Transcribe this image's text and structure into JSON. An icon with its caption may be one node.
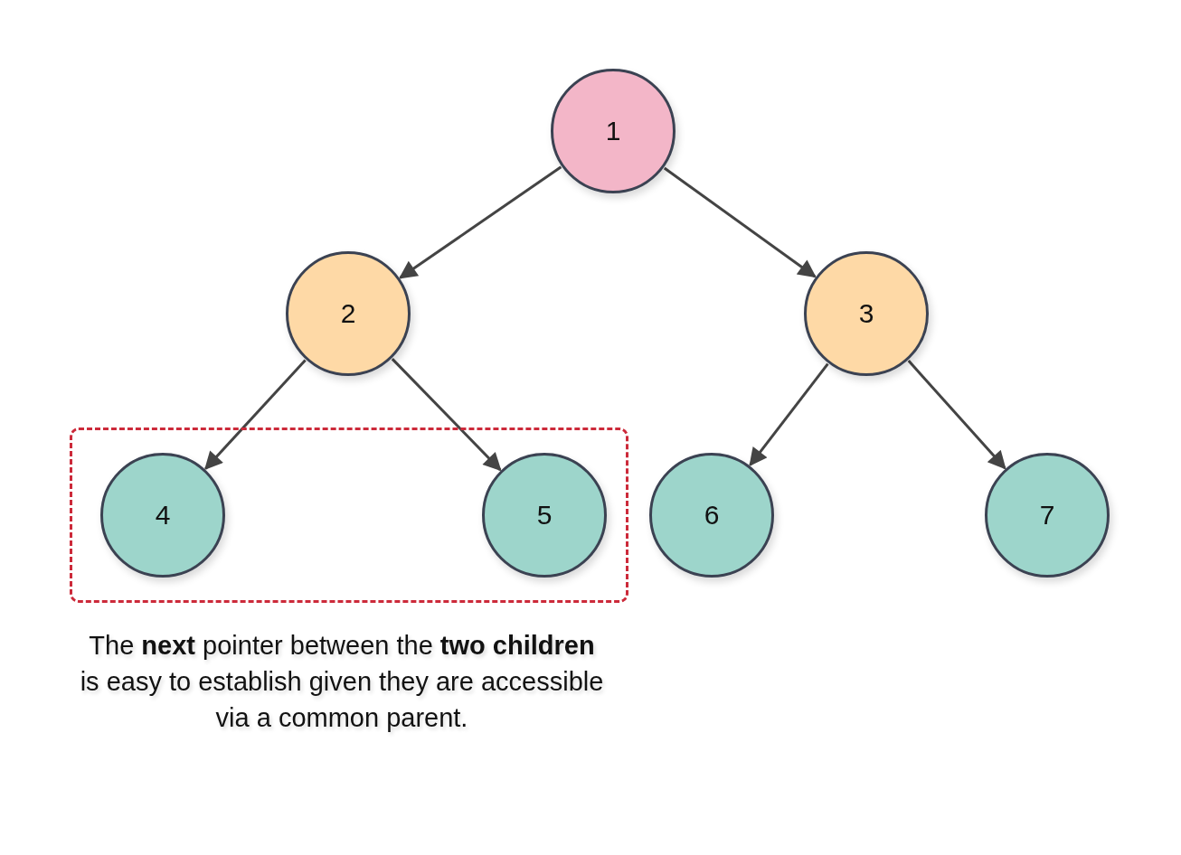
{
  "diagram": {
    "nodes": [
      {
        "text": [
          "1"
        ]
      },
      {
        "text": [
          "2"
        ]
      },
      {
        "text": [
          "3"
        ]
      },
      {
        "text": [],
        "shape": "box"
      },
      {
        "text": [
          "4"
        ],
        "in": 3
      },
      {
        "text": [
          "5"
        ],
        "in": 3
      },
      {
        "text": [
          "6"
        ]
      },
      {
        "text": [
          "7"
        ]
      }
    ],
    "edges": [
      {
        "from": 0,
        "to": 1,
        "arrow": "to"
      },
      {
        "from": 0,
        "to": 2,
        "arrow": "to"
      },
      {
        "from": 1,
        "to": 4,
        "arrow": "to"
      },
      {
        "from": 1,
        "to": 5,
        "arrow": "to"
      },
      {
        "from": 2,
        "to": 6,
        "arrow": "to"
      },
      {
        "from": 2,
        "to": 7,
        "arrow": "to"
      }
    ],
    "labels": [
      "The **next** pointer between the **two children** is easy to establish given they are accessible via a common parent."
    ]
  }
}
